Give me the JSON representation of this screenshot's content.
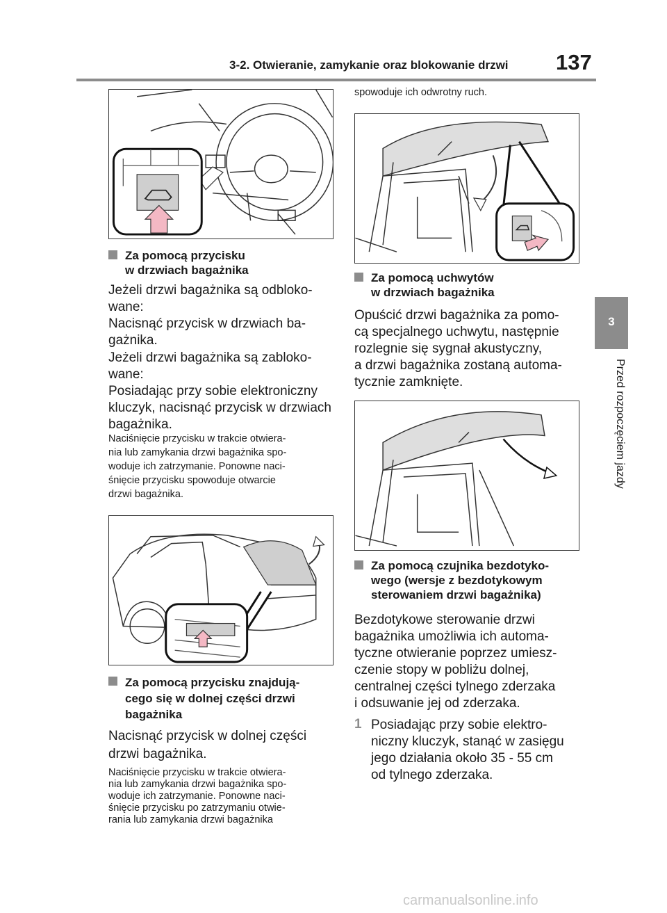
{
  "header": {
    "title": "3-2. Otwieranie, zamykanie oraz blokowanie drzwi",
    "page_number": "137"
  },
  "side_tab": {
    "number": "3",
    "label": "Przed rozpoczęciem jazdy"
  },
  "left": {
    "section1": {
      "heading": "Za pomocą przycisku\nw drzwiach bagażnika",
      "para1": "Jeżeli drzwi bagażnika są odbloko-\nwane:\nNacisnąć przycisk w drzwiach ba-\ngażnika.",
      "para2": "Jeżeli drzwi bagażnika są zabloko-\nwane:\nPosiadając przy sobie elektroniczny\nkluczyk, nacisnąć przycisk w drzwiach\nbagażnika.",
      "note": "Naciśnięcie przycisku w trakcie otwiera-\nnia lub zamykania drzwi bagażnika spo-\nwoduje ich zatrzymanie. Ponowne naci-\nśnięcie przycisku spowoduje otwarcie\ndrzwi bagażnika."
    },
    "section2": {
      "heading": "Za pomocą przycisku znajdują-\ncego się w dolnej części drzwi\nbagażnika",
      "para": "Nacisnąć przycisk w dolnej części\ndrzwi bagażnika.",
      "note": "Naciśnięcie przycisku w trakcie otwiera-\nnia lub zamykania drzwi bagażnika spo-\nwoduje ich zatrzymanie. Ponowne naci-\nśnięcie przycisku po zatrzymaniu otwie-\nrania lub zamykania drzwi bagażnika"
    }
  },
  "right": {
    "continuation": "spowoduje ich odwrotny ruch.",
    "section3": {
      "heading": "Za pomocą uchwytów\nw drzwiach bagażnika",
      "para": "Opuścić drzwi bagażnika za pomo-\ncą specjalnego uchwytu, następnie\nrozlegnie się sygnał akustyczny,\na drzwi bagażnika zostaną automa-\ntycznie zamknięte."
    },
    "section4": {
      "heading": "Za pomocą czujnika bezdotyko-\nwego (wersje z bezdotykowym\nsterowaniem drzwi bagażnika)",
      "para": "Bezdotykowe sterowanie drzwi\nbagażnika umożliwia ich automa-\ntyczne otwieranie poprzez umiesz-\nczenie stopy w pobliżu dolnej,\ncentralnej części tylnego zderzaka\ni odsuwanie jej od zderzaka.",
      "step1_num": "1",
      "step1_text": "Posiadając przy sobie elektro-\nniczny kluczyk, stanąć w zasięgu\njego działania około 35 - 55 cm\nod tylnego zderzaka."
    }
  },
  "footer": {
    "watermark": "carmanualsonline.info"
  },
  "colors": {
    "accent_gray": "#8c8c8c",
    "arrow_pink": "#f4b8c4"
  },
  "icons": [
    "dashboard-figure",
    "rear-car-figure",
    "tailgate-handle-figure",
    "tailgate-closing-figure"
  ]
}
